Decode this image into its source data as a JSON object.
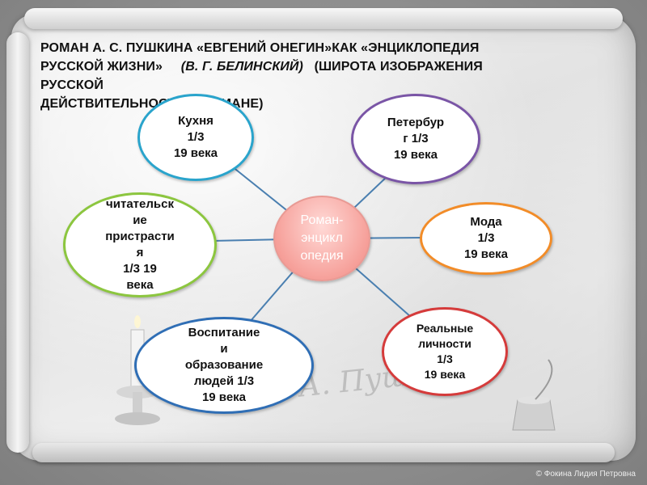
{
  "title": {
    "line1": "РОМАН А. С. ПУШКИНА «ЕВГЕНИЙ ОНЕГИН»КАК «ЭНЦИКЛОПЕДИЯ",
    "line2_pre": "РУССКОЙ ЖИЗНИ»",
    "line2_author": "(В. Г. БЕЛИНСКИЙ)",
    "line2_post": "(ШИРОТА ИЗОБРАЖЕНИЯ",
    "line3": "РУССКОЙ",
    "line4": "ДЕЙСТВИТЕЛЬНОСТИ В РОМАНЕ)"
  },
  "center": {
    "lines": [
      "Роман-",
      "энцикл",
      "опедия"
    ]
  },
  "nodes": {
    "kitchen": {
      "lines": [
        "Кухня",
        "1/3",
        "19 века"
      ],
      "color": "#2aa4cc"
    },
    "spb": {
      "lines": [
        "Петербур",
        "г 1/3",
        "19 века"
      ],
      "color": "#7a55a6"
    },
    "reader": {
      "lines": [
        "читательск",
        "ие",
        "пристрасти",
        "я",
        "1/3 19",
        "века"
      ],
      "color": "#8cc63f"
    },
    "fashion": {
      "lines": [
        "Мода",
        "1/3",
        "19 века"
      ],
      "color": "#f28c28"
    },
    "education": {
      "lines": [
        "Воспитание",
        "и",
        "образование",
        "людей 1/3",
        "19 века"
      ],
      "color": "#2f6eb5"
    },
    "real": {
      "lines": [
        "Реальные",
        "личности",
        "1/3",
        "19 века"
      ],
      "color": "#d53b3b"
    }
  },
  "decor": {
    "signature": "А. Пушкин"
  },
  "footer": {
    "copyright": "© Фокина Лидия Петровна"
  },
  "colors": {
    "link": "#4a7fb0",
    "center_fill": "#f6a09a",
    "background": "#8e8e8e"
  }
}
